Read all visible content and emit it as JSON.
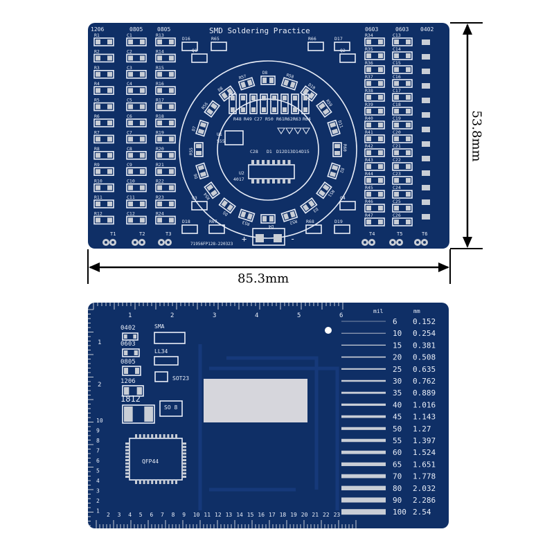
{
  "top_board": {
    "title": "SMD Soldering Practice",
    "serial": "71956FP128-220323",
    "size_headers": [
      "1206",
      "0805",
      "0805",
      "0603",
      "0603",
      "0402"
    ],
    "col1_labels": [
      "R1",
      "R2",
      "R3",
      "R4",
      "R5",
      "R6",
      "R7",
      "R8",
      "R9",
      "R10",
      "R11",
      "R12"
    ],
    "col2_labels": [
      "C1",
      "C2",
      "C3",
      "C4",
      "C5",
      "C6",
      "C7",
      "C8",
      "C9",
      "C10",
      "C11",
      "C12"
    ],
    "col3_labels": [
      "R13",
      "R14",
      "R15",
      "R16",
      "R17",
      "R18",
      "R19",
      "R20",
      "R21",
      "R22",
      "R23",
      "R24"
    ],
    "col4_labels": [
      "R34",
      "R35",
      "R36",
      "R37",
      "R38",
      "R39",
      "R40",
      "R41",
      "R42",
      "R43",
      "R44",
      "R45",
      "R46",
      "R47"
    ],
    "col5_labels": [
      "C13",
      "C14",
      "C15",
      "C16",
      "C17",
      "C18",
      "C19",
      "C20",
      "C21",
      "C22",
      "C23",
      "C24",
      "C25",
      "C26"
    ],
    "top_parts": [
      "D16",
      "R65",
      "R66",
      "D17",
      "Q1",
      "Q2"
    ],
    "bottom_parts": [
      "D18",
      "R67",
      "R68",
      "D19",
      "Q3",
      "Q4"
    ],
    "ring_parts": [
      "D8",
      "R58",
      "D10",
      "R59",
      "D11",
      "R60",
      "D2",
      "R51",
      "D3",
      "R52",
      "D4",
      "R53",
      "D5",
      "R54",
      "D6",
      "R55",
      "D7",
      "R56",
      "D8",
      "R57"
    ],
    "center_labels": [
      "R48",
      "R49",
      "C27",
      "R50",
      "R61",
      "R62",
      "R63",
      "R64",
      "U1",
      "555",
      "C28",
      "D1",
      "D12",
      "D13",
      "D14",
      "D15",
      "U2",
      "4017"
    ],
    "terminals": [
      "T1",
      "T2",
      "T3",
      "T4",
      "T5",
      "T6"
    ],
    "power": [
      "+",
      "-"
    ],
    "height_dim": "53.8mm",
    "width_dim": "85.3mm"
  },
  "bottom_board": {
    "ruler_top": [
      "1",
      "2",
      "3",
      "4",
      "5",
      "6"
    ],
    "ruler_left": [
      "1",
      "2"
    ],
    "ruler_bottom": [
      "2",
      "3",
      "4",
      "5",
      "6",
      "7",
      "8",
      "9",
      "10",
      "11",
      "12",
      "13",
      "14",
      "15",
      "16",
      "17",
      "18",
      "19",
      "20",
      "21",
      "22",
      "23"
    ],
    "ruler_left_small": [
      "10",
      "9",
      "8",
      "7",
      "6",
      "5",
      "4",
      "3",
      "2",
      "1"
    ],
    "packages": [
      "0402",
      "0603",
      "0805",
      "1206",
      "1812",
      "SMA",
      "LL34",
      "SOT23",
      "SO 8",
      "QFP44"
    ],
    "table_header": [
      "mil",
      "mm"
    ],
    "mil": [
      "6",
      "10",
      "15",
      "20",
      "25",
      "30",
      "35",
      "40",
      "45",
      "50",
      "55",
      "60",
      "65",
      "70",
      "80",
      "90",
      "100"
    ],
    "mm": [
      "0.152",
      "0.254",
      "0.381",
      "0.508",
      "0.635",
      "0.762",
      "0.889",
      "1.016",
      "1.143",
      "1.27",
      "1.397",
      "1.524",
      "1.651",
      "1.778",
      "2.032",
      "2.286",
      "2.54"
    ]
  },
  "colors": {
    "pcb": "#0f2f66",
    "silk": "#e9eef8",
    "pad": "#c9ced6"
  }
}
